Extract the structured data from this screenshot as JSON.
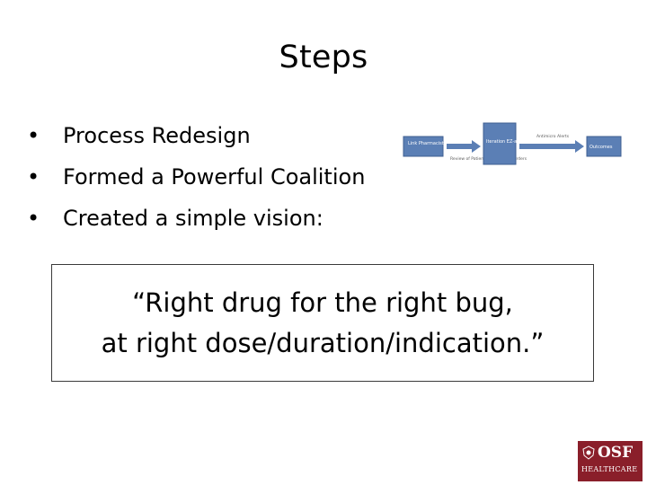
{
  "slide": {
    "title": "Steps",
    "bullets": [
      "Process Redesign",
      "Formed a Powerful Coalition",
      "Created a simple vision:"
    ],
    "quote_line1": "“Right drug for the right bug,",
    "quote_line2": "at right dose/duration/indication.”"
  },
  "diagram": {
    "box1": "Link Pharmacist",
    "box2": "Iteration EZ-alert",
    "box3": "Outcomes",
    "label_review": "Review of Patients' Medication Orders",
    "label_alerts": "Antimicro Alerts"
  },
  "logo": {
    "name": "OSF",
    "sub": "HEALTHCARE"
  },
  "colors": {
    "accent": "#5b7fb5",
    "logo_bg": "#8a1f2a"
  }
}
